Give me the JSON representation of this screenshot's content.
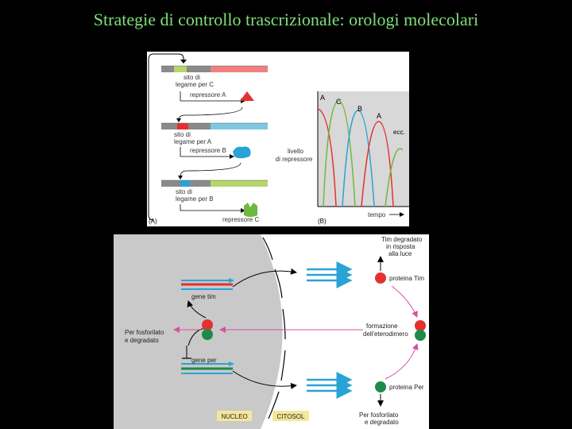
{
  "slide": {
    "title": "Strategie di controllo trascrizionale: orologi molecolari"
  },
  "top_figure": {
    "panel_a": {
      "label": "(A)",
      "sites": [
        {
          "label_line1": "sito di",
          "label_line2": "legame per C",
          "repressor": "repressore A"
        },
        {
          "label_line1": "sito di",
          "label_line2": "legame per A",
          "repressor": "repressore B"
        },
        {
          "label_line1": "sito di",
          "label_line2": "legame per B",
          "repressor": "repressore C"
        }
      ],
      "colors": {
        "gene_a": "#f08080",
        "gene_b": "#7ec8e3",
        "gene_c": "#b5d66b",
        "rep_a": "#e53030",
        "rep_b": "#29a3d6",
        "rep_c": "#6fb83e"
      }
    },
    "panel_b": {
      "label": "(B)",
      "y_label_line1": "livello",
      "y_label_line2": "di repressore",
      "x_label": "tempo",
      "curve_labels": [
        "A",
        "C",
        "B",
        "A",
        "ecc."
      ]
    }
  },
  "bottom_figure": {
    "labels": {
      "tim_degraded_1": "Tim degradato",
      "tim_degraded_2": "in risposta",
      "tim_degraded_3": "alla luce",
      "tim_protein": "proteina Tim",
      "gene_tim": "gene tim",
      "per_phos_1": "Per fosforilato",
      "per_phos_2": "e degradato",
      "heterodimer_1": "formazione",
      "heterodimer_2": "dell'eterodimero",
      "gene_per": "gene per",
      "per_protein": "proteina Per",
      "nucleus": "NUCLEO",
      "cytosol": "CITOSOL",
      "per_phos_cyt_1": "Per fosforilato",
      "per_phos_cyt_2": "e degradato"
    },
    "colors": {
      "tim": "#e53030",
      "per": "#1e8a4a",
      "mrna": "#29a3d6",
      "arrow": "#d94fa0",
      "nucleus": "#c9c9c9"
    }
  }
}
